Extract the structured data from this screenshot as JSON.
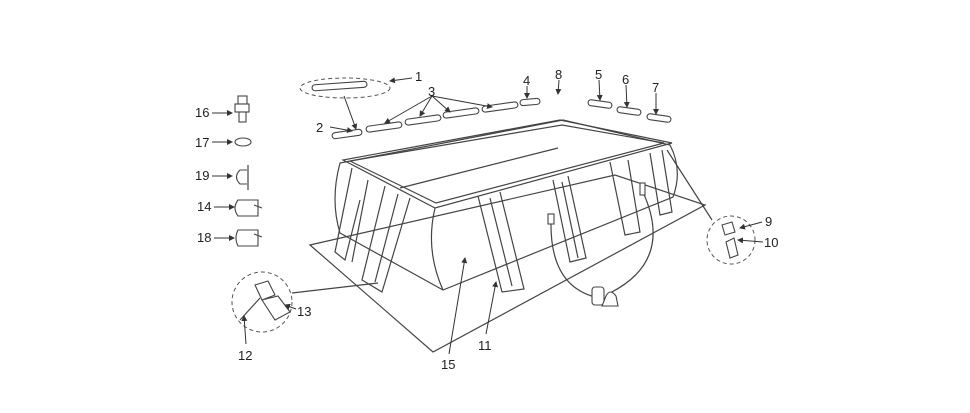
{
  "diagram": {
    "title": "Rectangular frame pool parts diagram",
    "labels": {
      "p1": "1",
      "p2": "2",
      "p3": "3",
      "p4": "4",
      "p5": "5",
      "p6": "6",
      "p7": "7",
      "p8": "8",
      "p9": "9",
      "p10": "10",
      "p11": "11",
      "p12": "12",
      "p13": "13",
      "p14": "14",
      "p15": "15",
      "p16": "16",
      "p17": "17",
      "p18": "18",
      "p19": "19"
    },
    "line_color": "#444444"
  }
}
